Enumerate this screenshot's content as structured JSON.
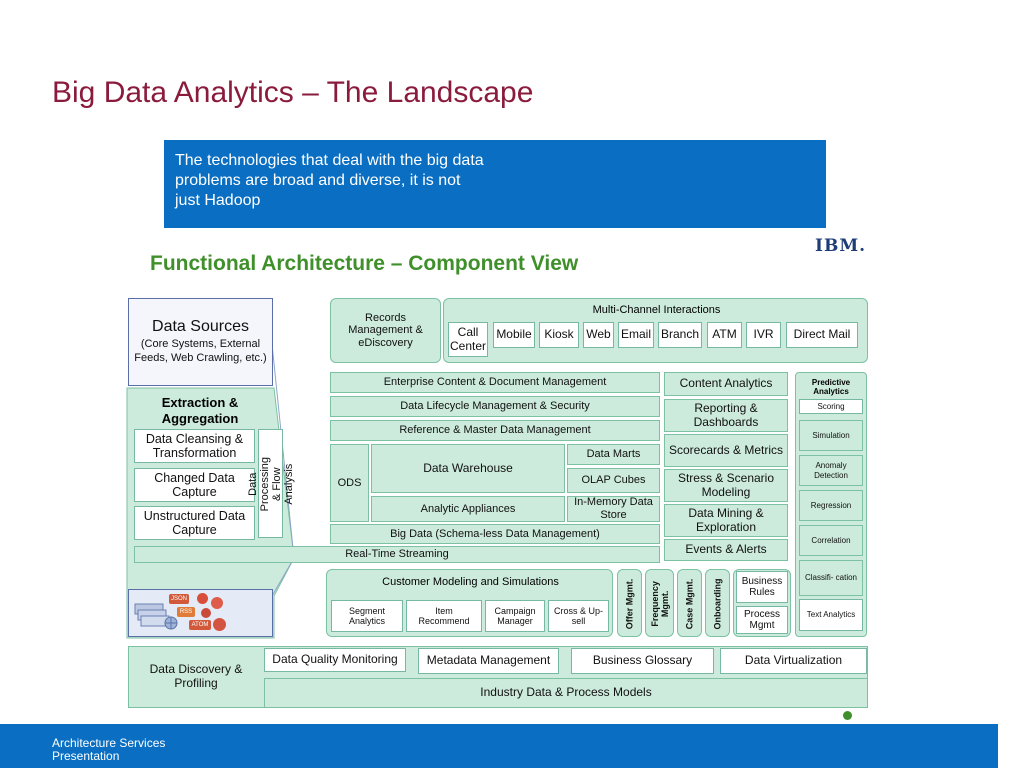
{
  "slide_title": "Big Data Analytics – The Landscape",
  "callout_lines": [
    "The technologies that deal with the big data",
    "problems are broad and diverse, it is not",
    "just Hadoop"
  ],
  "logo_text": "IBM.",
  "diagram_title": "Functional Architecture – Component View",
  "data_sources": {
    "title": "Data Sources",
    "desc": "(Core Systems, External Feeds, Web Crawling, etc.)"
  },
  "extraction": {
    "title": "Extraction & Aggregation",
    "items": [
      "Data Cleansing & Transformation",
      "Changed Data Capture",
      "Unstructured Data Capture"
    ],
    "vertical": "Data Processing & Flow Analysis",
    "icons": [
      "JSON",
      "RSS",
      "ATOM"
    ]
  },
  "records": "Records Management & eDiscovery",
  "multichannel": {
    "title": "Multi-Channel Interactions",
    "items": [
      "Call Center",
      "Mobile",
      "Kiosk",
      "Web",
      "Email",
      "Branch",
      "ATM",
      "IVR",
      "Direct Mail"
    ]
  },
  "core_rows": [
    "Enterprise Content & Document Management",
    "Data Lifecycle Management & Security",
    "Reference & Master Data Management"
  ],
  "ods": "ODS",
  "data_warehouse": "Data Warehouse",
  "analytic_appliances": "Analytic Appliances",
  "data_marts": "Data Marts",
  "olap": "OLAP Cubes",
  "in_memory": "In-Memory Data Store",
  "big_data": "Big Data (Schema-less Data Management)",
  "real_time": "Real-Time Streaming",
  "analytics_col": [
    "Content Analytics",
    "Reporting & Dashboards",
    "Scorecards & Metrics",
    "Stress & Scenario Modeling",
    "Data Mining & Exploration",
    "Events & Alerts"
  ],
  "predictive": {
    "title": "Predictive Analytics",
    "items": [
      "Scoring",
      "Simulation",
      "Anomaly Detection",
      "Regression",
      "Correlation",
      "Classifi- cation",
      "Text Analytics"
    ]
  },
  "customer_modeling": {
    "title": "Customer Modeling and Simulations",
    "items": [
      "Segment Analytics",
      "Item Recommend",
      "Campaign Manager",
      "Cross & Up-sell"
    ]
  },
  "mgmt_vertical": [
    "Offer Mgmt.",
    "Frequency Mgmt.",
    "Case Mgmt.",
    "Onboarding"
  ],
  "business_rules": "Business Rules",
  "process_mgmt": "Process Mgmt",
  "bottom": {
    "discovery": "Data Discovery & Profiling",
    "quality": "Data Quality Monitoring",
    "metadata": "Metadata Management",
    "glossary": "Business Glossary",
    "virtualization": "Data Virtualization",
    "industry": "Industry Data & Process Models"
  },
  "footer": {
    "line1": "Architecture Services",
    "line2": "Presentation"
  }
}
